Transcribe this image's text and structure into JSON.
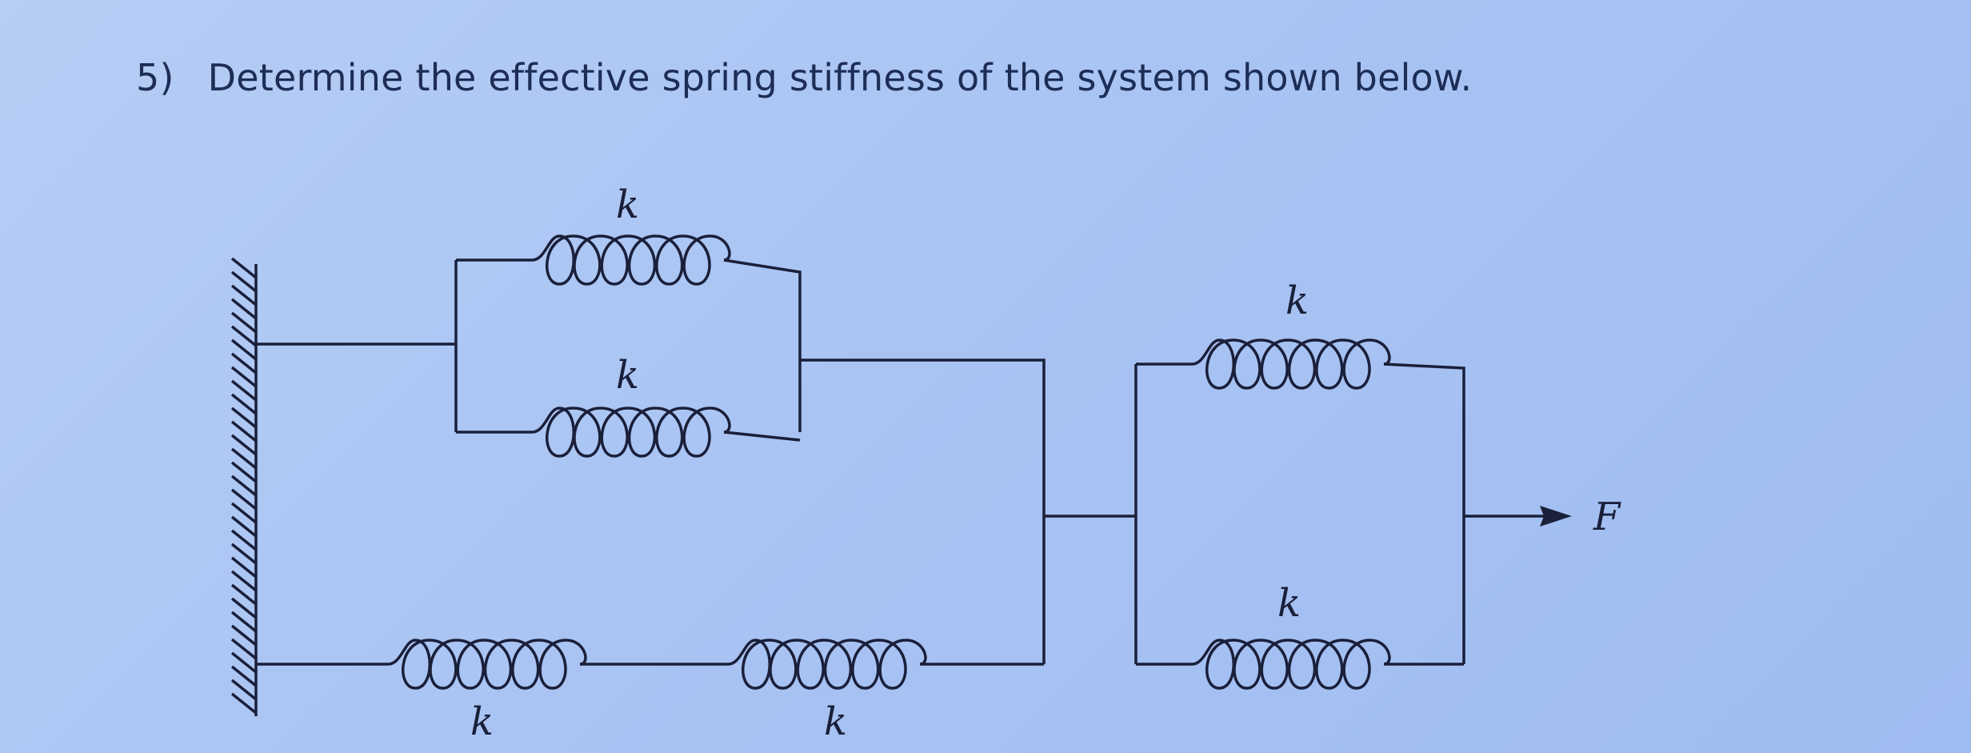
{
  "question": {
    "number": "5)",
    "text": "Determine the effective spring stiffness of the system shown below."
  },
  "diagram": {
    "springs": [
      {
        "id": "left-top",
        "label": "k"
      },
      {
        "id": "left-middle",
        "label": "k"
      },
      {
        "id": "bottom-first",
        "label": "k"
      },
      {
        "id": "bottom-second",
        "label": "k"
      },
      {
        "id": "right-top",
        "label": "k"
      },
      {
        "id": "right-bottom",
        "label": "k"
      }
    ],
    "force_label": "F"
  }
}
